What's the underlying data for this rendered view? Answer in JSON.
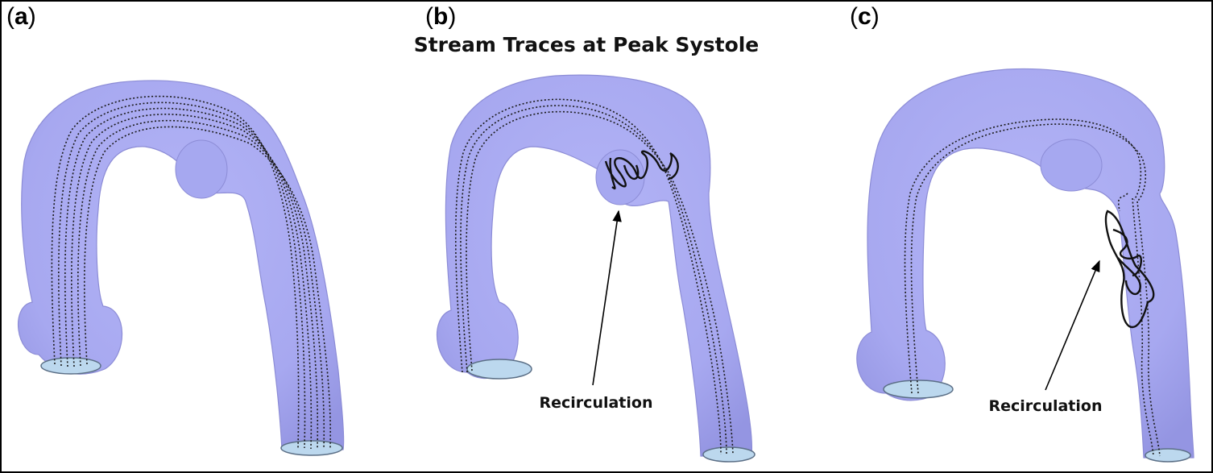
{
  "figure": {
    "title": "Stream Traces at Peak Systole",
    "panels": [
      {
        "letter": "a",
        "annotation": ""
      },
      {
        "letter": "b",
        "annotation": "Recirculation"
      },
      {
        "letter": "c",
        "annotation": "Recirculation"
      }
    ]
  },
  "colors": {
    "vessel": "#a9aaf2",
    "vessel_shade": "#9596e6",
    "outlet": "#bcd8ee",
    "trace": "#1a1a1a"
  }
}
